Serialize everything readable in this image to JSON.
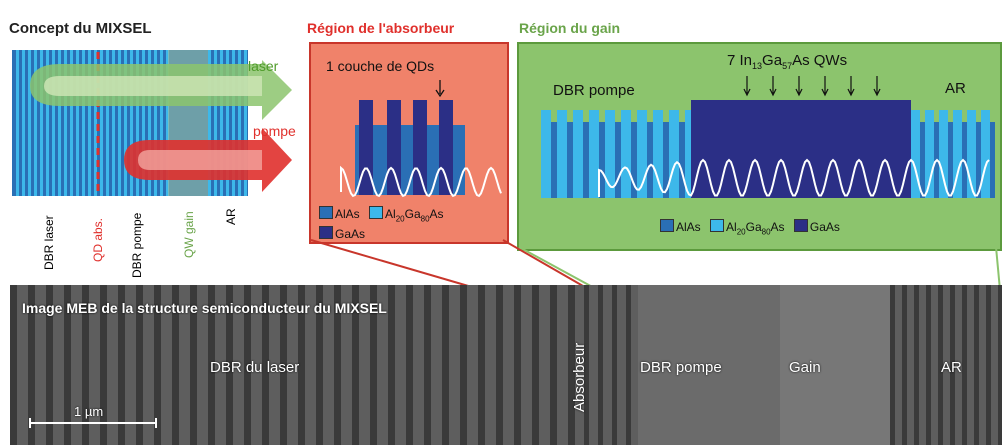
{
  "concept": {
    "title": "Concept du MIXSEL",
    "laser_label": "laser",
    "pump_label": "pompe",
    "layers": [
      "DBR laser",
      "QD abs.",
      "DBR pompe",
      "QW gain",
      "AR"
    ]
  },
  "absorber": {
    "title": "Région de l'absorbeur",
    "qd_label": "1 couche de QDs",
    "legend": {
      "alas": "AlAs",
      "algaas": "Al",
      "algaas_sub1": "20",
      "algaas_mid": "Ga",
      "algaas_sub2": "80",
      "algaas_end": "As",
      "gaas": "GaAs"
    }
  },
  "gain": {
    "title": "Région du gain",
    "qw_label": {
      "prefix": "7 In",
      "sub1": "13",
      "mid": "Ga",
      "sub2": "57",
      "suffix": "As QWs"
    },
    "dbr_label": "DBR pompe",
    "ar_label": "AR",
    "legend": {
      "alas": "AlAs",
      "algaas": "Al",
      "algaas_sub1": "20",
      "algaas_mid": "Ga",
      "algaas_sub2": "80",
      "algaas_end": "As",
      "gaas": "GaAs"
    }
  },
  "sem": {
    "title": "Image MEB de la structure semiconducteur du MIXSEL",
    "dbr_laser": "DBR du laser",
    "absorber": "Absorbeur",
    "dbr_pump": "DBR pompe",
    "gain": "Gain",
    "ar": "AR",
    "scale": "1 µm"
  },
  "colors": {
    "alas": "#2a6fb5",
    "algaas": "#3db8ea",
    "gaas": "#2b2f86",
    "absorber_bg": "#f0826a",
    "gain_bg": "#8cc46d",
    "laser_arrow": "#7ab648",
    "pump_arrow": "#e0302c",
    "qd_dash": "#e0302c",
    "qw_dash": "#7ab648"
  }
}
